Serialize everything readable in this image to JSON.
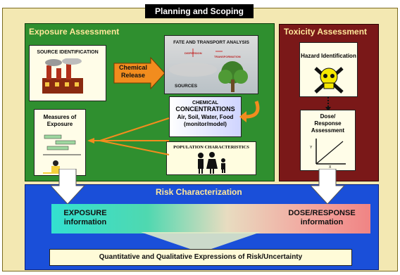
{
  "header": {
    "title": "Planning and Scoping"
  },
  "exposure": {
    "title": "Exposure Assessment",
    "source_label": "SOURCE IDENTIFICATION",
    "release_label_1": "Chemical",
    "release_label_2": "Release",
    "fate_title": "FATE AND TRANSPORT ANALYSIS",
    "dispersion": "DISPERSION",
    "transformation": "TRANSFORMATION",
    "sources": "SOURCES",
    "conc_line1": "CHEMICAL",
    "conc_line2": "CONCENTRATIONS",
    "conc_line3": "Air, Soil, Water, Food",
    "conc_line4": "(monitor/model)",
    "measures_line1": "Measures of",
    "measures_line2": "Exposure",
    "population": "POPULATION CHARACTERISTICS"
  },
  "toxicity": {
    "title": "Toxicity Assessment",
    "hazard": "Hazard Identification",
    "dose_line1": "Dose/",
    "dose_line2": "Response",
    "dose_line3": "Assessment",
    "axis_y": "Y",
    "axis_x": "X"
  },
  "risk": {
    "title": "Risk Characterization",
    "exposure_line1": "EXPOSURE",
    "exposure_line2": "information",
    "dose_line1": "DOSE/RESPONSE",
    "dose_line2": "information",
    "bottom": "Quantitative and Qualitative Expressions of Risk/Uncertainty"
  },
  "colors": {
    "exposure_panel": "#2f8f2f",
    "toxicity_panel": "#7a1818",
    "risk_panel": "#1a4fd9",
    "orange_arrow": "#f28c1e",
    "title_text": "#ffe79a"
  }
}
